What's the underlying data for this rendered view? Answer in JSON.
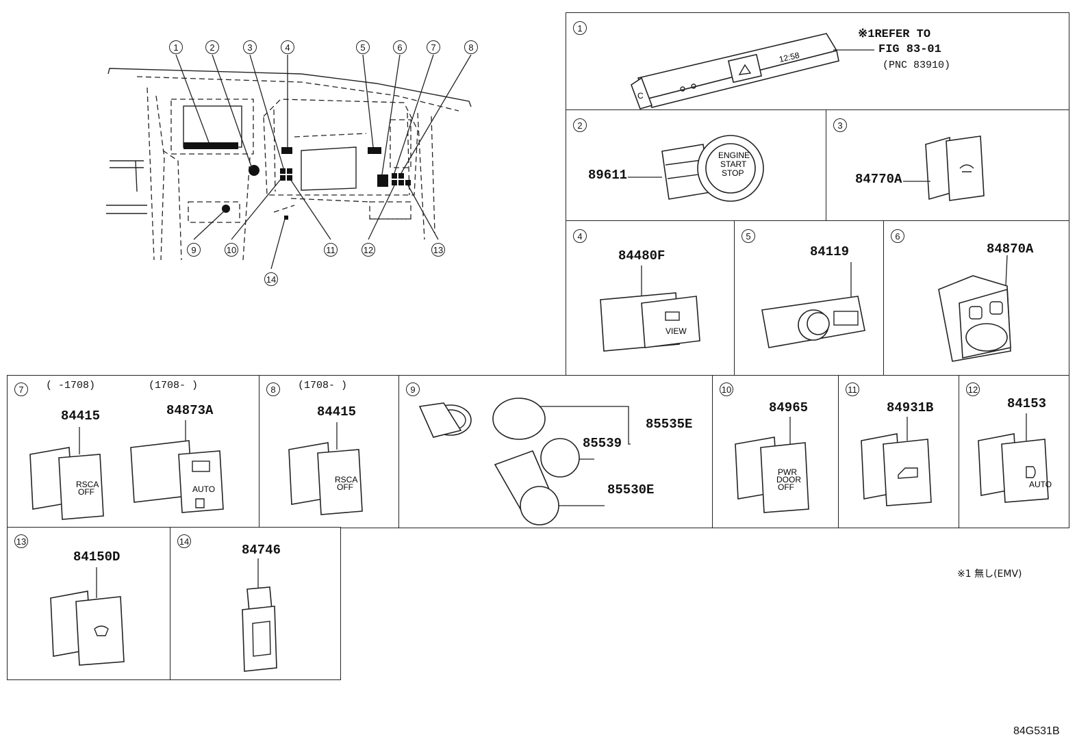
{
  "overview": {
    "callouts": [
      "1",
      "2",
      "3",
      "4",
      "5",
      "6",
      "7",
      "8",
      "9",
      "10",
      "11",
      "12",
      "13",
      "14"
    ]
  },
  "panels": [
    {
      "num": "1",
      "parts": [],
      "note_lines": [
        "※1REFER TO",
        "FIG 83-01",
        "(PNC 83910)"
      ],
      "display_text": "12:58"
    },
    {
      "num": "2",
      "parts": [
        "89611"
      ],
      "button_text": [
        "ENGINE",
        "START",
        "STOP"
      ]
    },
    {
      "num": "3",
      "parts": [
        "84770A"
      ]
    },
    {
      "num": "4",
      "parts": [
        "84480F"
      ],
      "button_text": [
        "VIEW"
      ]
    },
    {
      "num": "5",
      "parts": [
        "84119"
      ]
    },
    {
      "num": "6",
      "parts": [
        "84870A"
      ]
    },
    {
      "num": "7",
      "parts": [
        "84415",
        "84873A"
      ],
      "date_ranges": [
        "(     -1708)",
        "(1708-     )"
      ],
      "button_text": [
        "RSCA",
        "OFF",
        "AUTO"
      ]
    },
    {
      "num": "8",
      "parts": [
        "84415"
      ],
      "date_ranges": [
        "(1708-     )"
      ],
      "button_text": [
        "RSCA",
        "OFF"
      ]
    },
    {
      "num": "9",
      "parts": [
        "85535E",
        "85539",
        "85530E"
      ]
    },
    {
      "num": "10",
      "parts": [
        "84965"
      ],
      "button_text": [
        "PWR",
        "DOOR",
        "OFF"
      ]
    },
    {
      "num": "11",
      "parts": [
        "84931B"
      ]
    },
    {
      "num": "12",
      "parts": [
        "84153"
      ],
      "button_text": [
        "AUTO"
      ]
    },
    {
      "num": "13",
      "parts": [
        "84150D"
      ]
    },
    {
      "num": "14",
      "parts": [
        "84746"
      ]
    }
  ],
  "footnote": "※1  無し(EMV)",
  "figure_code": "84G531B"
}
